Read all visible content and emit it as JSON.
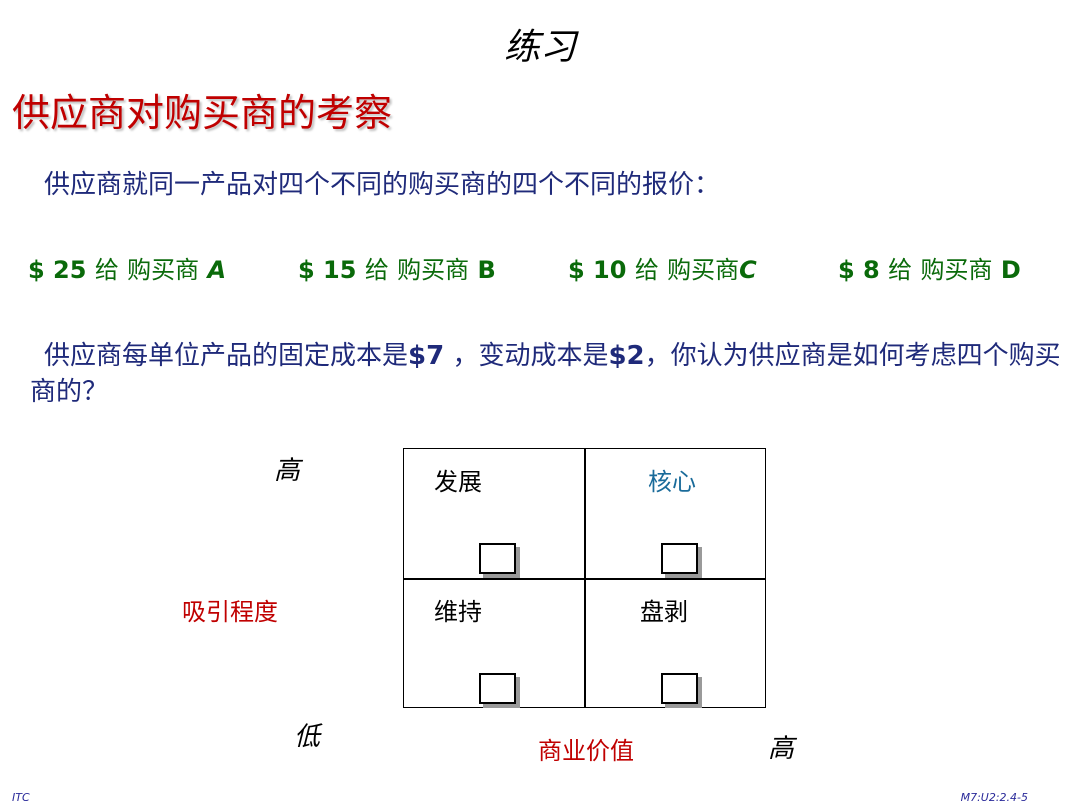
{
  "slide": {
    "exercise_label": "练习",
    "heading": "供应商对购买商的考察",
    "description": "供应商就同一产品对四个不同的购买商的四个不同的报价：",
    "prices": [
      {
        "amount": "$ 25",
        "give": "给",
        "buyer": "购买商",
        "letter": "A"
      },
      {
        "amount": "$ 15",
        "give": "给",
        "buyer": "购买商",
        "letter": "B"
      },
      {
        "amount": "$ 10",
        "give": "给",
        "buyer": "购买商",
        "letter": "C"
      },
      {
        "amount": "$ 8",
        "give": "给",
        "buyer": "购买商",
        "letter": "D"
      }
    ],
    "question": {
      "part1": "供应商每单位产品的固定成本是",
      "fixed_cost": "$7",
      "part2": " ，变动成本是",
      "variable_cost": "$2",
      "part3": "，你认为供应商是如何考虑四个购买商的？"
    },
    "matrix": {
      "top_left": "发展",
      "top_right": "核心",
      "bottom_left": "维持",
      "bottom_right": "盘剥",
      "y_axis_label": "吸引程度",
      "y_high": "高",
      "low": "低",
      "x_axis_label": "商业价值",
      "x_high": "高"
    },
    "footer": {
      "left": "ITC",
      "right": "M7:U2:2.4-5"
    }
  },
  "colors": {
    "heading": "#c00000",
    "body_text": "#1f2a7a",
    "prices": "#0a6a0a",
    "core_label": "#1a6b9a"
  }
}
